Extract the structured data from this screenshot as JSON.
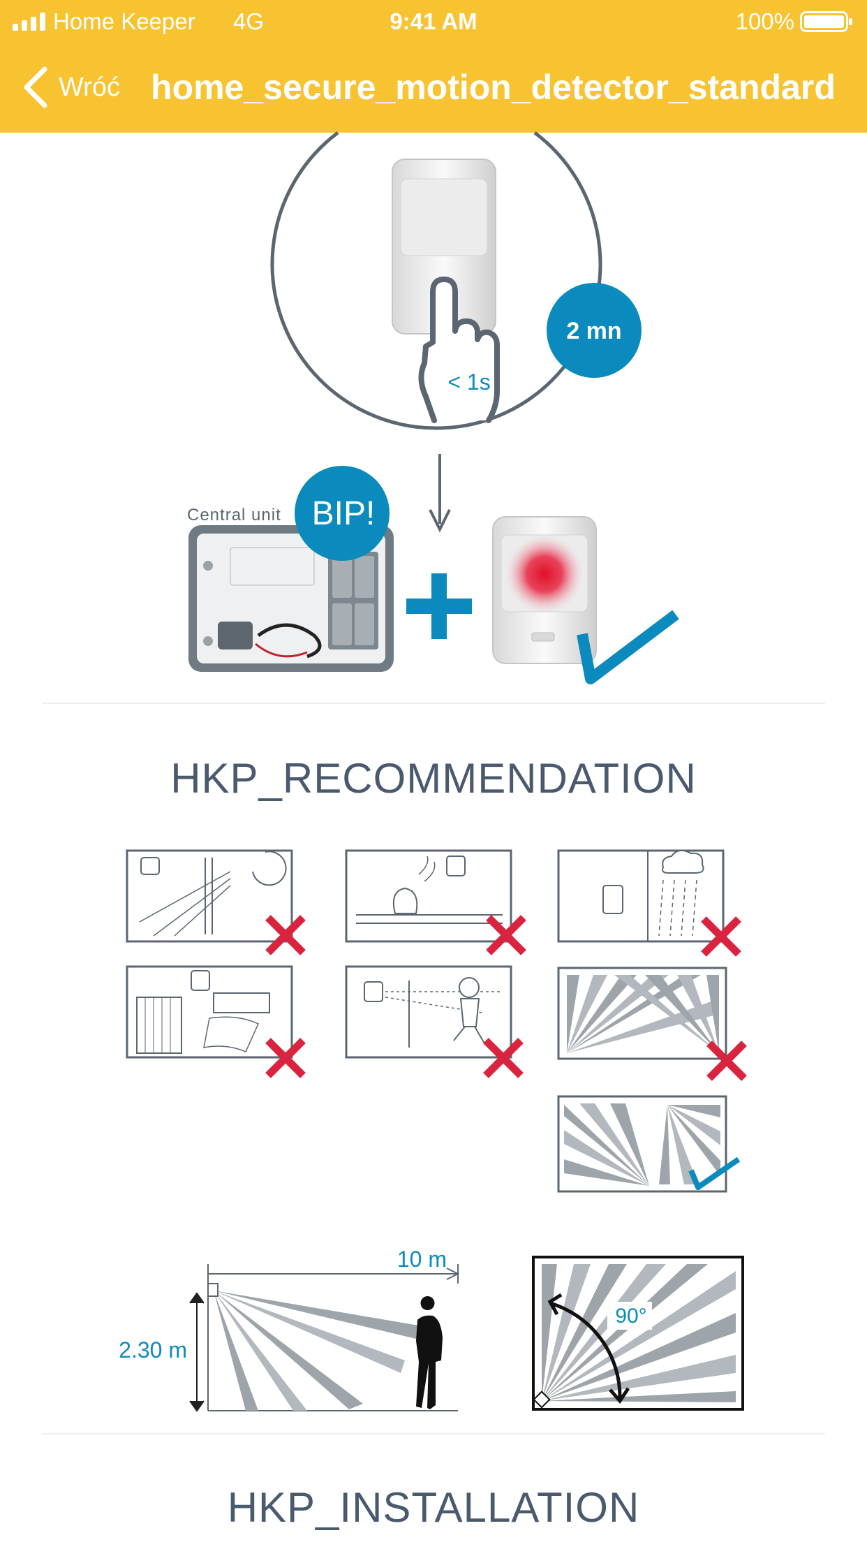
{
  "status_bar": {
    "carrier": "Home Keeper",
    "network": "4G",
    "time": "9:41 AM",
    "battery": "100%"
  },
  "nav": {
    "back_label": "Wróć",
    "title": "home_secure_motion_detector_standard"
  },
  "pairing": {
    "press_duration": "< 1s",
    "timer": "2 mn",
    "central_unit_label": "Central unit",
    "beep": "BIP!"
  },
  "recommendation": {
    "title": "HKP_RECOMMENDATION"
  },
  "coverage": {
    "range": "10 m",
    "height": "2.30 m",
    "angle": "90°"
  },
  "installation": {
    "title": "HKP_INSTALLATION"
  },
  "colors": {
    "header": "#f8c330",
    "accent": "#0b8bbd",
    "cross": "#d9233f",
    "text": "#4a5a6e"
  }
}
